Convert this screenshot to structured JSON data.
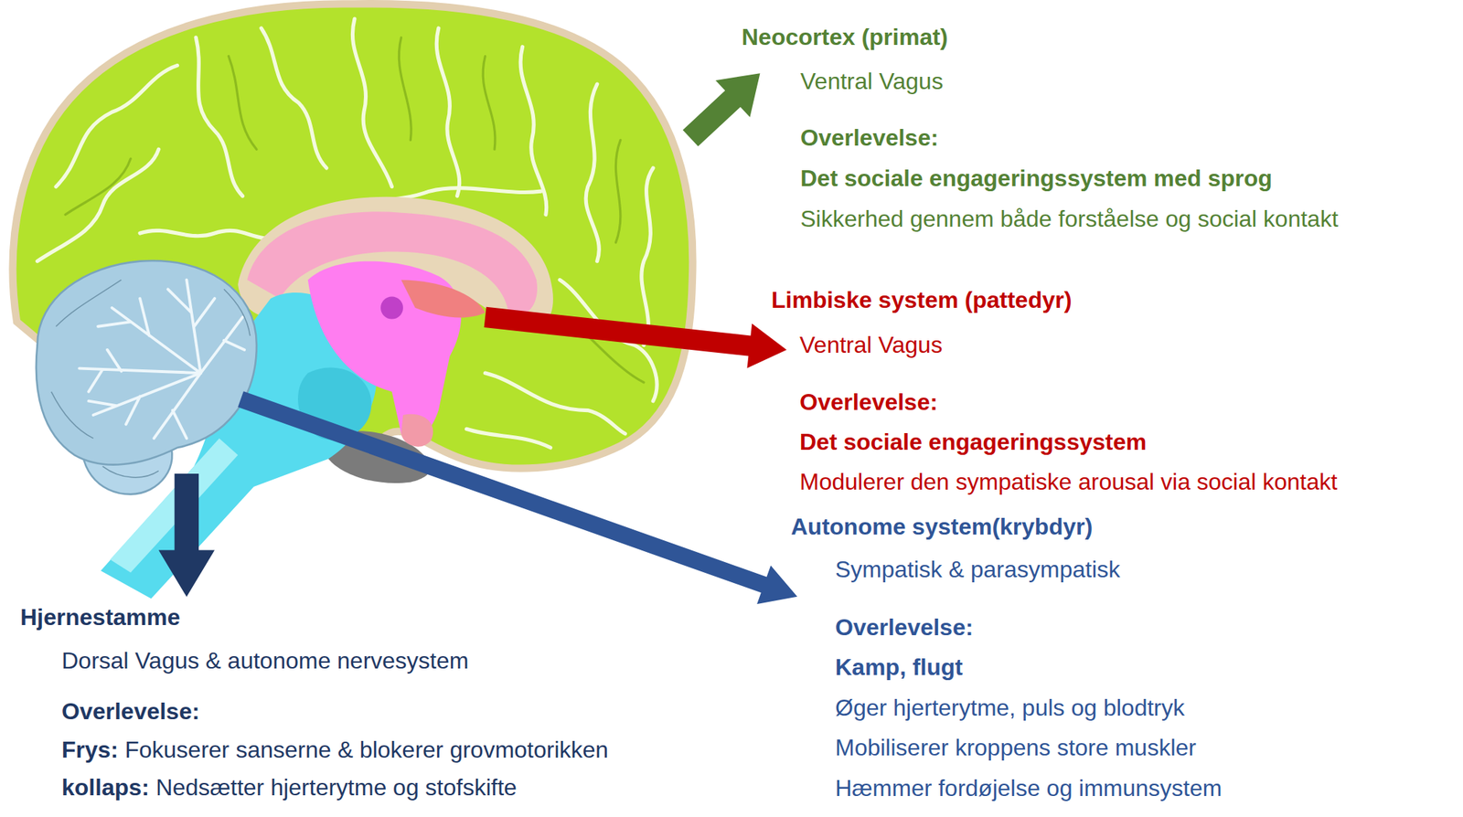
{
  "diagram": {
    "labels": [
      "Neocortex (primat)",
      "Ventral Vagus",
      "Overlevelse:",
      "Det sociale engageringssystem med sprog",
      "Sikkerhed gennem både forståelse og social kontakt",
      "Limbiske system (pattedyr)",
      "Ventral Vagus",
      "Overlevelse:",
      "Det sociale engageringssystem",
      "Modulerer den sympatiske arousal via social kontakt",
      "Autonome system(krybdyr)",
      "Sympatisk & parasympatisk",
      "Overlevelse:",
      "Kamp, flugt",
      "Øger hjerterytme, puls og blodtryk",
      "Mobiliserer kroppens store muskler",
      "Hæmmer fordøjelse og immunsystem",
      "Hjernestamme",
      "Dorsal Vagus & autonome nervesystem",
      "Overlevelse:",
      "Frys:",
      "Fokuserer sanserne & blokerer grovmotorikken",
      "kollaps:",
      "Nedsætter hjerterytme og stofskifte"
    ]
  }
}
